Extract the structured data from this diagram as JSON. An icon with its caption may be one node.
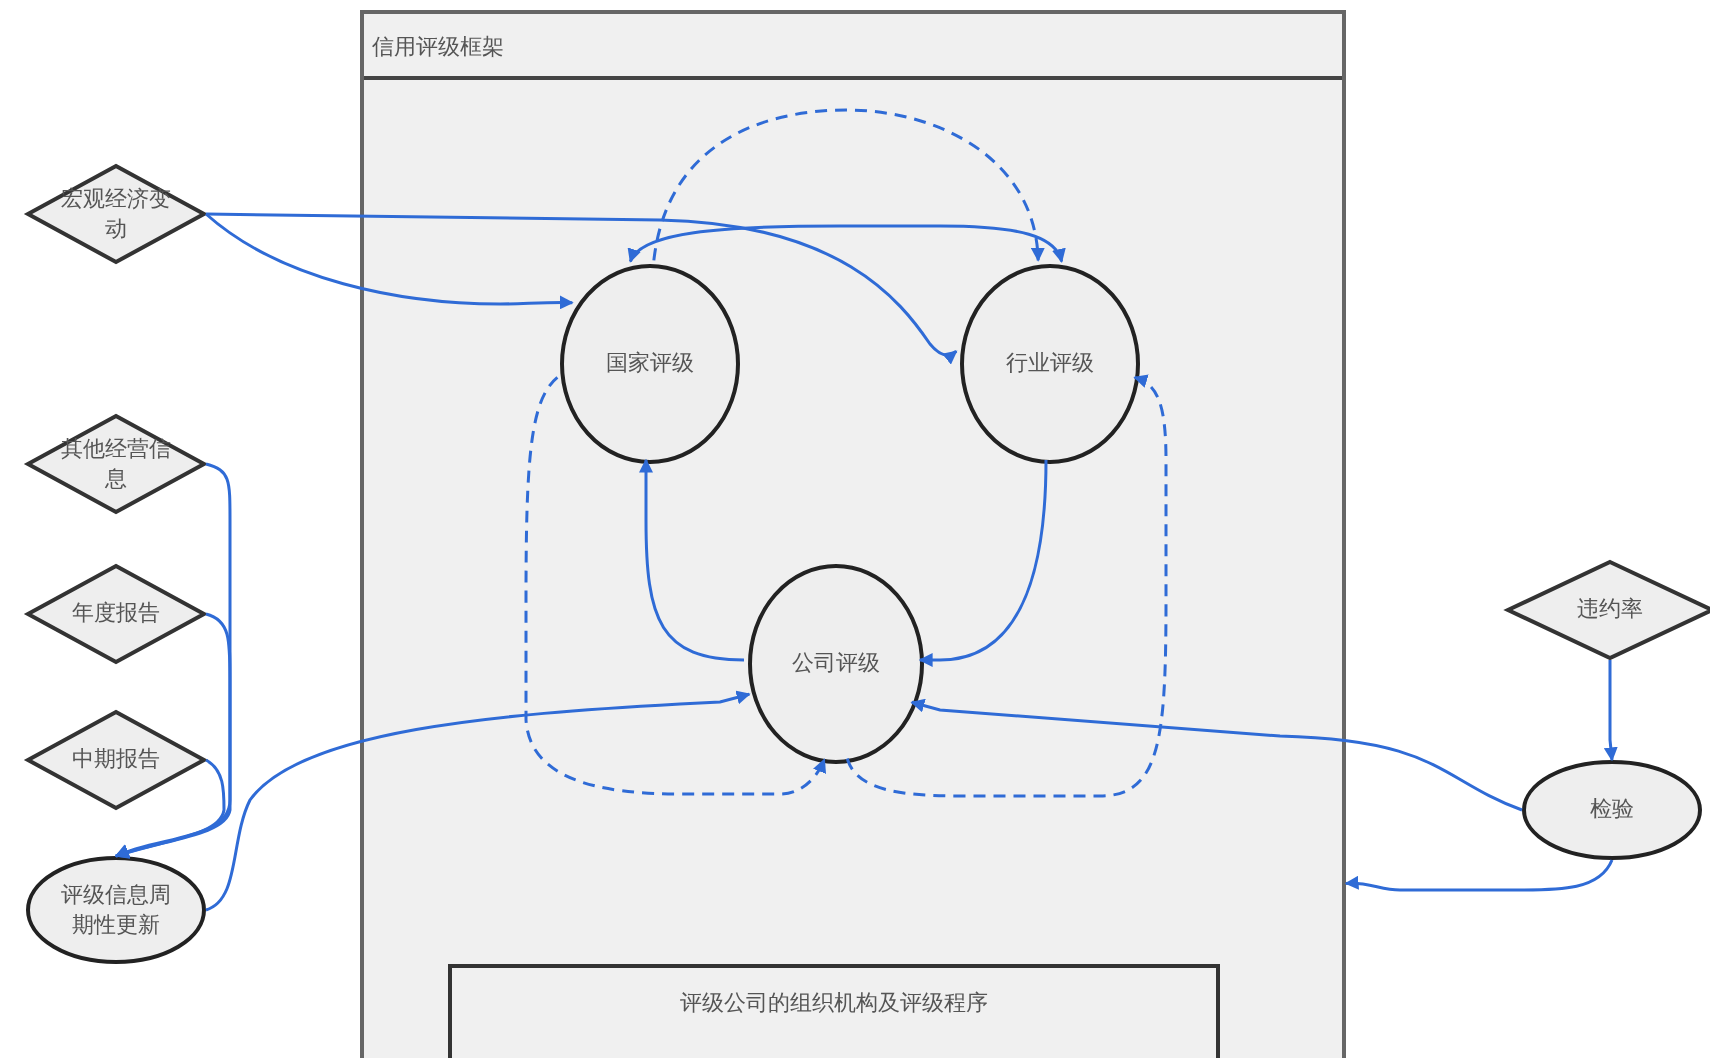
{
  "diagram": {
    "nodes": [
      {
        "text": [
          "宏观经济变动"
        ]
      },
      {
        "text": [
          "其他经营信息"
        ]
      },
      {
        "text": [
          "年度报告"
        ]
      },
      {
        "text": [
          "中期报告"
        ]
      },
      {
        "text": [
          "评级信息周期性更新"
        ]
      },
      {
        "text": [
          "信用评级框架"
        ]
      },
      {
        "text": [
          "国家评级"
        ],
        "in": 5
      },
      {
        "text": [
          "行业评级"
        ],
        "in": 5
      },
      {
        "text": [
          "公司评级"
        ],
        "in": 5
      },
      {
        "text": [
          "评级公司的组织机构及评级程序"
        ],
        "in": 5
      },
      {
        "text": [
          "违约率"
        ]
      },
      {
        "text": [
          "检验"
        ]
      }
    ],
    "edges": [
      {
        "from": 0,
        "to": 6,
        "arrow": "to"
      },
      {
        "from": 0,
        "to": 7,
        "arrow": "to"
      },
      {
        "from": 6,
        "to": 7,
        "arrow": "both"
      },
      {
        "from": 6,
        "to": 7,
        "arrow": "to",
        "style": "dashed"
      },
      {
        "from": 8,
        "to": 6,
        "arrow": "to"
      },
      {
        "from": 7,
        "to": 8,
        "arrow": "to"
      },
      {
        "from": 6,
        "to": 8,
        "arrow": "to",
        "style": "dashed"
      },
      {
        "from": 8,
        "to": 7,
        "arrow": "to",
        "style": "dashed"
      },
      {
        "from": 1,
        "to": 4,
        "arrow": "to"
      },
      {
        "from": 2,
        "to": 4,
        "arrow": "to"
      },
      {
        "from": 3,
        "to": 4,
        "arrow": "to"
      },
      {
        "from": 4,
        "to": 8,
        "arrow": "to"
      },
      {
        "from": 10,
        "to": 11,
        "arrow": "to"
      },
      {
        "from": 11,
        "to": 8,
        "arrow": "to"
      },
      {
        "from": 11,
        "to": 5,
        "arrow": "to"
      }
    ]
  }
}
